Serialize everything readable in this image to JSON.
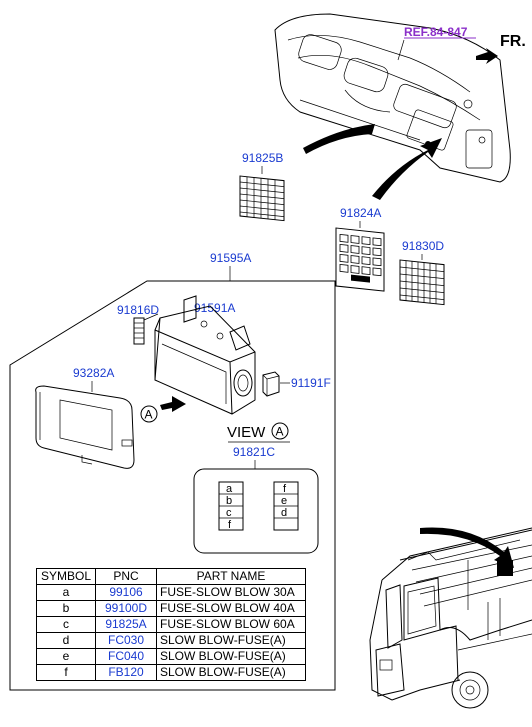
{
  "ref_label": "REF.84-847",
  "fr_label": "FR.",
  "callouts": {
    "c91825B": "91825B",
    "c91824A": "91824A",
    "c91830D": "91830D",
    "c91595A": "91595A",
    "c91816D": "91816D",
    "c91591A": "91591A",
    "c93282A": "93282A",
    "c91191F": "91191F"
  },
  "view": {
    "title": "VIEW",
    "marker": "A",
    "part": "91821C"
  },
  "arrow_marker": "A",
  "fuse_slots": {
    "left": [
      "a",
      "b",
      "c",
      "f"
    ],
    "right": [
      "f",
      "e",
      "d",
      ""
    ]
  },
  "table": {
    "headers": [
      "SYMBOL",
      "PNC",
      "PART NAME"
    ],
    "rows": [
      {
        "symbol": "a",
        "pnc": "99106",
        "name": "FUSE-SLOW BLOW 30A"
      },
      {
        "symbol": "b",
        "pnc": "99100D",
        "name": "FUSE-SLOW BLOW 40A"
      },
      {
        "symbol": "c",
        "pnc": "91825A",
        "name": "FUSE-SLOW BLOW 60A"
      },
      {
        "symbol": "d",
        "pnc": "FC030",
        "name": "SLOW BLOW-FUSE(A)"
      },
      {
        "symbol": "e",
        "pnc": "FC040",
        "name": "SLOW BLOW-FUSE(A)"
      },
      {
        "symbol": "f",
        "pnc": "FB120",
        "name": "SLOW BLOW-FUSE(A)"
      }
    ]
  }
}
